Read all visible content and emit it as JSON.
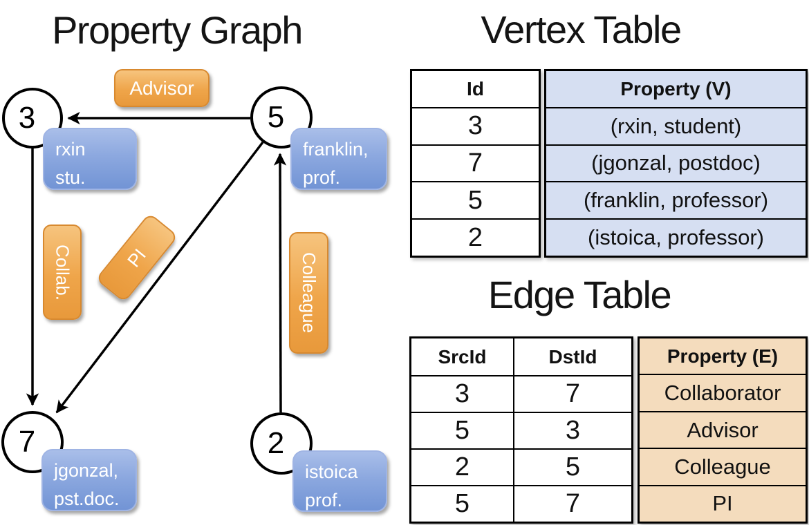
{
  "graph": {
    "title": "Property Graph",
    "nodes": [
      {
        "id": "3",
        "property_lines": [
          "rxin",
          "stu."
        ]
      },
      {
        "id": "5",
        "property_lines": [
          "franklin,",
          "prof."
        ]
      },
      {
        "id": "7",
        "property_lines": [
          "jgonzal,",
          "pst.doc."
        ]
      },
      {
        "id": "2",
        "property_lines": [
          "istoica",
          "prof."
        ]
      }
    ],
    "edge_labels": {
      "advisor": "Advisor",
      "collab": "Collab.",
      "pi": "PI",
      "colleague": "Colleague"
    },
    "edges": [
      {
        "src": "5",
        "dst": "3",
        "label": "Advisor"
      },
      {
        "src": "3",
        "dst": "7",
        "label": "Collab."
      },
      {
        "src": "5",
        "dst": "7",
        "label": "PI"
      },
      {
        "src": "2",
        "dst": "5",
        "label": "Colleague"
      }
    ]
  },
  "vertex_table": {
    "title": "Vertex Table",
    "columns": {
      "id": "Id",
      "property": "Property (V)"
    },
    "rows": [
      {
        "id": "3",
        "property": "(rxin, student)"
      },
      {
        "id": "7",
        "property": "(jgonzal, postdoc)"
      },
      {
        "id": "5",
        "property": "(franklin, professor)"
      },
      {
        "id": "2",
        "property": "(istoica, professor)"
      }
    ]
  },
  "edge_table": {
    "title": "Edge Table",
    "columns": {
      "src": "SrcId",
      "dst": "DstId",
      "property": "Property (E)"
    },
    "rows": [
      {
        "src": "3",
        "dst": "7",
        "property": "Collaborator"
      },
      {
        "src": "5",
        "dst": "3",
        "property": "Advisor"
      },
      {
        "src": "2",
        "dst": "5",
        "property": "Colleague"
      },
      {
        "src": "5",
        "dst": "7",
        "property": "PI"
      }
    ]
  },
  "colors": {
    "edge_label_fill": "#EFA54A",
    "edge_label_border": "#D8892F",
    "vertex_box_fill": "#8CA8DF",
    "vertex_box_border": "#9FB4E4",
    "vertex_table_property_fill": "#D6DFF2",
    "edge_table_property_fill": "#F4DCBD",
    "line_color": "#000000"
  }
}
